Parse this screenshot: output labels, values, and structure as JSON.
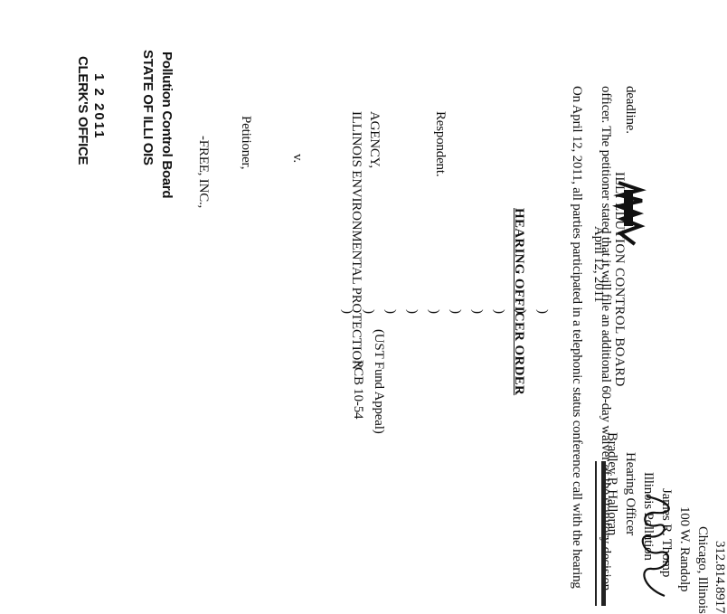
{
  "stamp": {
    "line1": "CLERK'S OFFICE",
    "line2": "1 2  2011",
    "line3": "STATE OF ILLI  OIS",
    "line4": "Pollution Control Board"
  },
  "header": {
    "board_line": "ILLI     LLUTION CONTROL BOARD",
    "date_line": "April 12, 2011"
  },
  "caption": {
    "petitioner_name": "-FREE, INC.,",
    "petitioner_label": "Petitioner,",
    "versus": "v.",
    "respondent_name_line1": "ILLINOIS ENVIRONMENTAL PROTECTION",
    "respondent_name_line2": "AGENCY,",
    "respondent_label": "Respondent.",
    "case_number": "PCB 10-54",
    "case_type": "(UST Fund Appeal)"
  },
  "order": {
    "title": "HEARING OFFICER ORDER",
    "paragraph_line1": "On April 12, 2011, all parties participated in a telephonic status conference call with the hearing",
    "paragraph_line2": "officer. The petitioner stated that it will file an additional 60-day waiver of the statutory decision",
    "paragraph_line3": "deadline."
  },
  "signature_block": {
    "line1": "Bradley P. Halloran",
    "line2": "Hearing Officer",
    "line3": "Illinois Pollution",
    "line4": "James R. Thomp",
    "line5": "100 W. Randolp",
    "line6": "Chicago, Illinois",
    "line7": "312.814.8917"
  }
}
